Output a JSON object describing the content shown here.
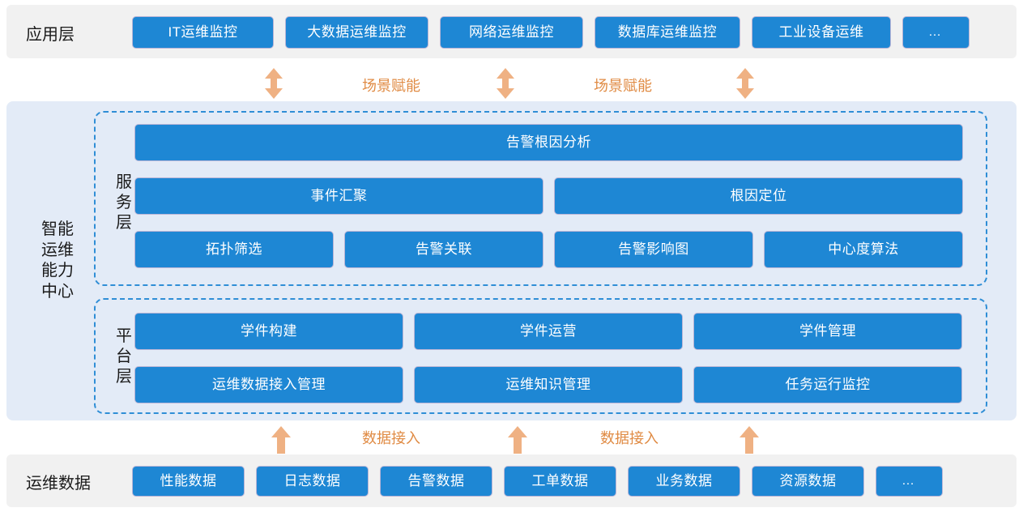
{
  "colors": {
    "box_fill": "#1e87d4",
    "box_border": "#b9b5d6",
    "band_bg": "#f1f1f1",
    "center_bg": "#e3ebf7",
    "dash_border": "#2f8ed6",
    "arrow": "#efb183",
    "connector_text": "#e08b44"
  },
  "application_layer": {
    "label": "应用层",
    "items": [
      {
        "label": "IT运维监控"
      },
      {
        "label": "大数据运维监控"
      },
      {
        "label": "网络运维监控"
      },
      {
        "label": "数据库运维监控"
      },
      {
        "label": "工业设备运维"
      },
      {
        "label": "…"
      }
    ]
  },
  "top_connectors": {
    "labels": [
      "场景赋能",
      "场景赋能"
    ],
    "arrow_type": "double-vertical",
    "arrow_count": 3
  },
  "center": {
    "label": "智能\n运维\n能力\n中心",
    "label_lines": [
      "智能",
      "运维",
      "能力",
      "中心"
    ],
    "service_layer": {
      "label_lines": [
        "服",
        "务",
        "层"
      ],
      "rows": [
        [
          {
            "label": "告警根因分析"
          }
        ],
        [
          {
            "label": "事件汇聚"
          },
          {
            "label": "根因定位"
          }
        ],
        [
          {
            "label": "拓扑筛选"
          },
          {
            "label": "告警关联"
          },
          {
            "label": "告警影响图"
          },
          {
            "label": "中心度算法"
          }
        ]
      ]
    },
    "platform_layer": {
      "label_lines": [
        "平",
        "台",
        "层"
      ],
      "rows": [
        [
          {
            "label": "学件构建"
          },
          {
            "label": "学件运营"
          },
          {
            "label": "学件管理"
          }
        ],
        [
          {
            "label": "运维数据接入管理"
          },
          {
            "label": "运维知识管理"
          },
          {
            "label": "任务运行监控"
          }
        ]
      ]
    }
  },
  "bottom_connectors": {
    "labels": [
      "数据接入",
      "数据接入"
    ],
    "arrow_type": "single-up",
    "arrow_count": 3
  },
  "data_layer": {
    "label": "运维数据",
    "items": [
      {
        "label": "性能数据"
      },
      {
        "label": "日志数据"
      },
      {
        "label": "告警数据"
      },
      {
        "label": "工单数据"
      },
      {
        "label": "业务数据"
      },
      {
        "label": "资源数据"
      },
      {
        "label": "…"
      }
    ]
  }
}
